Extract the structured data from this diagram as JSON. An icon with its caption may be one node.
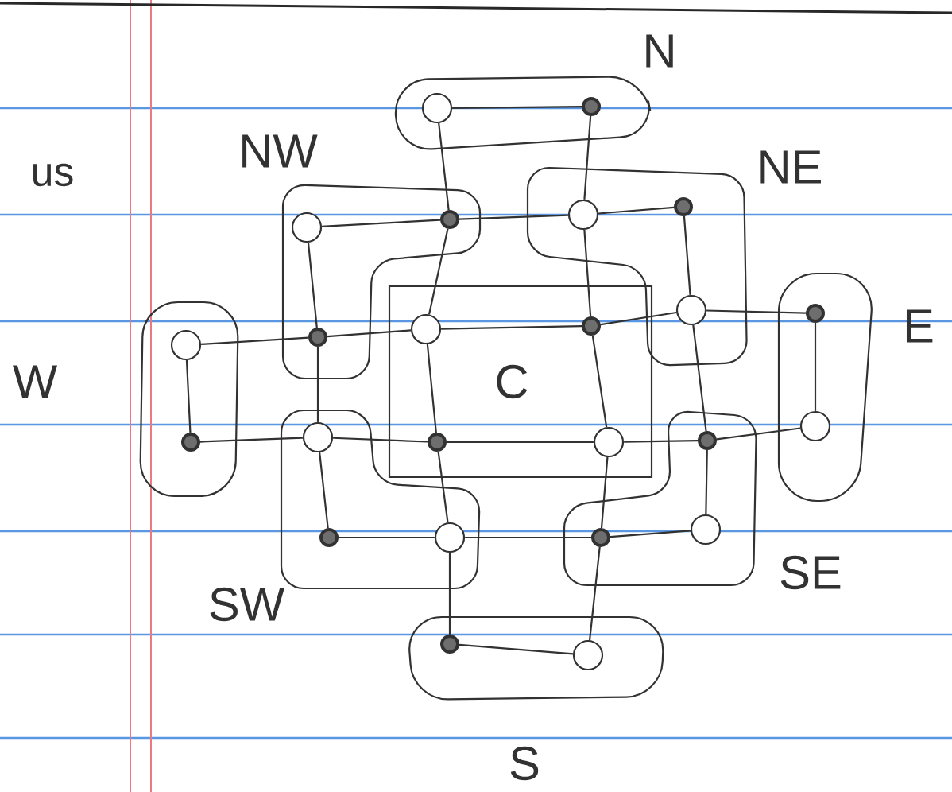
{
  "diagram": {
    "nodes": [
      {
        "text": [
          "N"
        ]
      },
      {
        "text": [],
        "shape": "circle",
        "in": 0
      },
      {
        "text": [],
        "shape": "dot",
        "in": 0
      },
      {
        "text": [
          "NW"
        ]
      },
      {
        "text": [],
        "shape": "circle",
        "in": 3
      },
      {
        "text": [],
        "shape": "dot",
        "in": 3
      },
      {
        "text": [],
        "shape": "dot",
        "in": 3
      },
      {
        "text": [
          "NE"
        ]
      },
      {
        "text": [],
        "shape": "circle",
        "in": 7
      },
      {
        "text": [],
        "shape": "dot",
        "in": 7
      },
      {
        "text": [],
        "shape": "circle",
        "in": 7
      },
      {
        "text": [
          "W"
        ]
      },
      {
        "text": [],
        "shape": "circle",
        "in": 11
      },
      {
        "text": [],
        "shape": "dot",
        "in": 11
      },
      {
        "text": [
          "C"
        ]
      },
      {
        "text": [],
        "shape": "circle",
        "in": 14
      },
      {
        "text": [],
        "shape": "dot",
        "in": 14
      },
      {
        "text": [],
        "shape": "dot",
        "in": 14
      },
      {
        "text": [],
        "shape": "circle",
        "in": 14
      },
      {
        "text": [
          "E"
        ]
      },
      {
        "text": [],
        "shape": "dot",
        "in": 19
      },
      {
        "text": [],
        "shape": "circle",
        "in": 19
      },
      {
        "text": [
          "SW"
        ]
      },
      {
        "text": [],
        "shape": "circle",
        "in": 22
      },
      {
        "text": [],
        "shape": "dot",
        "in": 22
      },
      {
        "text": [],
        "shape": "circle",
        "in": 22
      },
      {
        "text": [
          "SE"
        ]
      },
      {
        "text": [],
        "shape": "dot",
        "in": 26
      },
      {
        "text": [],
        "shape": "circle",
        "in": 26
      },
      {
        "text": [],
        "shape": "dot",
        "in": 26
      },
      {
        "text": [
          "S"
        ]
      },
      {
        "text": [],
        "shape": "dot",
        "in": 30
      },
      {
        "text": [],
        "shape": "circle",
        "in": 30
      }
    ],
    "edges": [
      {
        "from": 1,
        "to": 2,
        "arrow": "none"
      },
      {
        "from": 1,
        "to": 5,
        "arrow": "none"
      },
      {
        "from": 5,
        "to": 15,
        "arrow": "none"
      },
      {
        "from": 15,
        "to": 17,
        "arrow": "none"
      },
      {
        "from": 17,
        "to": 25,
        "arrow": "none"
      },
      {
        "from": 25,
        "to": 31,
        "arrow": "none"
      },
      {
        "from": 2,
        "to": 8,
        "arrow": "none"
      },
      {
        "from": 8,
        "to": 16,
        "arrow": "none"
      },
      {
        "from": 16,
        "to": 18,
        "arrow": "none"
      },
      {
        "from": 18,
        "to": 29,
        "arrow": "none"
      },
      {
        "from": 29,
        "to": 32,
        "arrow": "none"
      },
      {
        "from": 4,
        "to": 5,
        "arrow": "none"
      },
      {
        "from": 5,
        "to": 8,
        "arrow": "none"
      },
      {
        "from": 8,
        "to": 9,
        "arrow": "none"
      },
      {
        "from": 12,
        "to": 6,
        "arrow": "none"
      },
      {
        "from": 6,
        "to": 15,
        "arrow": "none"
      },
      {
        "from": 15,
        "to": 16,
        "arrow": "none"
      },
      {
        "from": 16,
        "to": 10,
        "arrow": "none"
      },
      {
        "from": 10,
        "to": 20,
        "arrow": "none"
      },
      {
        "from": 13,
        "to": 23,
        "arrow": "none"
      },
      {
        "from": 23,
        "to": 17,
        "arrow": "none"
      },
      {
        "from": 17,
        "to": 18,
        "arrow": "none"
      },
      {
        "from": 18,
        "to": 27,
        "arrow": "none"
      },
      {
        "from": 27,
        "to": 21,
        "arrow": "none"
      },
      {
        "from": 24,
        "to": 25,
        "arrow": "none"
      },
      {
        "from": 25,
        "to": 29,
        "arrow": "none"
      },
      {
        "from": 29,
        "to": 28,
        "arrow": "none"
      },
      {
        "from": 31,
        "to": 32,
        "arrow": "none"
      },
      {
        "from": 4,
        "to": 6,
        "arrow": "none"
      },
      {
        "from": 6,
        "to": 23,
        "arrow": "none"
      },
      {
        "from": 23,
        "to": 24,
        "arrow": "none"
      },
      {
        "from": 9,
        "to": 10,
        "arrow": "none"
      },
      {
        "from": 10,
        "to": 27,
        "arrow": "none"
      },
      {
        "from": 27,
        "to": 28,
        "arrow": "none"
      },
      {
        "from": 12,
        "to": 13,
        "arrow": "none"
      },
      {
        "from": 20,
        "to": 21,
        "arrow": "none"
      }
    ],
    "labels": [
      "us"
    ]
  }
}
